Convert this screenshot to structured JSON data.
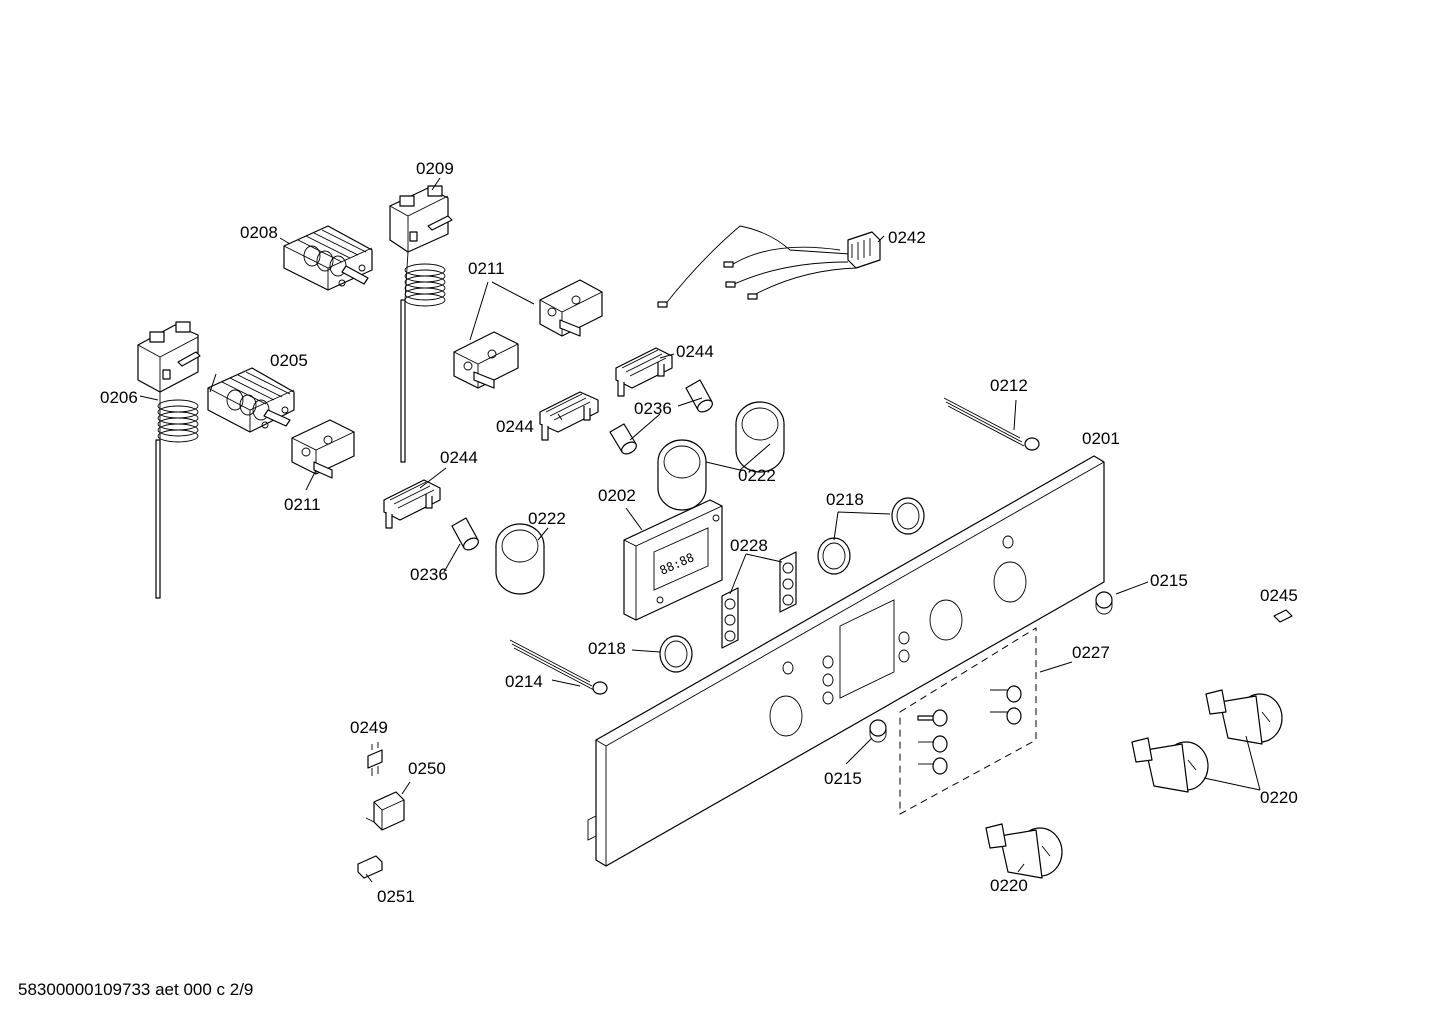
{
  "labels": {
    "p0201": "0201",
    "p0202": "0202",
    "p0205": "0205",
    "p0206": "0206",
    "p0208": "0208",
    "p0209": "0209",
    "p0211": "0211",
    "p0212": "0212",
    "p0214": "0214",
    "p0215": "0215",
    "p0218": "0218",
    "p0220": "0220",
    "p0222": "0222",
    "p0227": "0227",
    "p0228": "0228",
    "p0236": "0236",
    "p0242": "0242",
    "p0244": "0244",
    "p0245": "0245",
    "p0249": "0249",
    "p0250": "0250",
    "p0251": "0251"
  },
  "footer": "58300000109733 aet 000 c 2/9"
}
